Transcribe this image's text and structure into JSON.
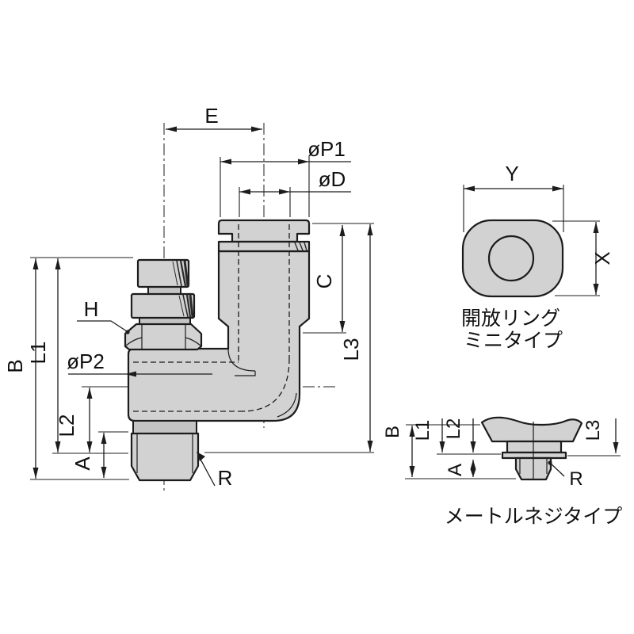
{
  "drawing": {
    "background": "#ffffff",
    "line_color": "#1c1c1c",
    "part_fill": "#d2d2d2",
    "main_view": {
      "labels": {
        "e": "E",
        "p1": "øP1",
        "d": "øD",
        "c": "C",
        "l3": "L3",
        "b": "B",
        "l1": "L1",
        "l2": "L2",
        "a": "A",
        "h": "H",
        "p2": "øP2",
        "r": "R"
      }
    },
    "ring_top_view": {
      "labels": {
        "y": "Y",
        "x": "X"
      },
      "caption_line1": "開放リング",
      "caption_line2": "ミニタイプ"
    },
    "side_view": {
      "labels": {
        "b": "B",
        "l1": "L1",
        "l2": "L2",
        "a": "A",
        "l3": "L3",
        "r": "R"
      },
      "caption": "メートルネジタイプ"
    }
  }
}
